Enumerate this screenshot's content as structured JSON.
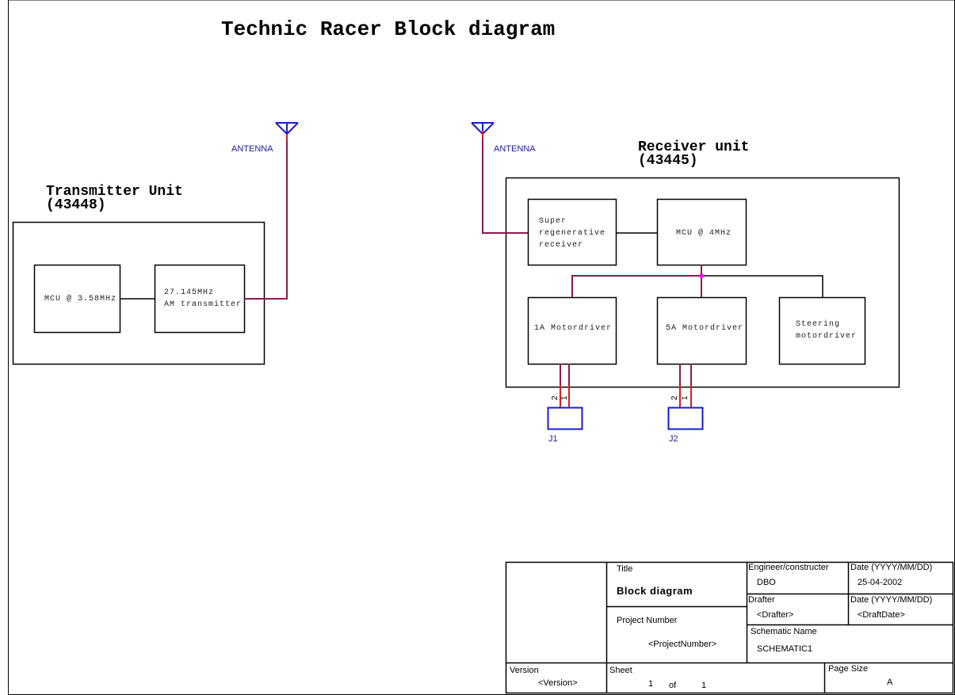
{
  "title": "Technic Racer Block diagram",
  "transmitter": {
    "heading": "Transmitter Unit\n(43448)",
    "mcu_label": "MCU @ 3.58MHz",
    "tx_label": "27.145MHz\nAM transmitter",
    "antenna_label": "ANTENNA"
  },
  "receiver": {
    "heading": "Receiver unit\n(43445)",
    "antenna_label": "ANTENNA",
    "rx_label": "Super\nregenerative\nreceiver",
    "mcu_label": "MCU @ 4MHz",
    "motor1_label": "1A Motordriver",
    "motor2_label": "5A Motordriver",
    "steering_label": "Steering\nmotordriver",
    "connectors": [
      {
        "ref": "J1",
        "pins": [
          "2",
          "1"
        ]
      },
      {
        "ref": "J2",
        "pins": [
          "2",
          "1"
        ]
      }
    ]
  },
  "title_block": {
    "title_label": "Title",
    "title_value": "Block diagram",
    "project_number_label": "Project Number",
    "project_number_value": "<ProjectNumber>",
    "engineer_label": "Engineer/constructer",
    "engineer_value": "DBO",
    "date_label": "Date (YYYY/MM/DD)",
    "date_value": "25-04-2002",
    "drafter_label": "Drafter",
    "drafter_value": "<Drafter>",
    "draft_date_label": "Date (YYYY/MM/DD)",
    "draft_date_value": "<DraftDate>",
    "schematic_name_label": "Schematic Name",
    "schematic_name_value": "SCHEMATIC1",
    "version_label": "Version",
    "version_value": "<Version>",
    "sheet_label": "Sheet",
    "sheet_number": "1",
    "sheet_of": "of",
    "sheet_total": "1",
    "page_size_label": "Page Size",
    "page_size_value": "A"
  },
  "colors": {
    "wire": "#8b1a4a",
    "pin_wire": "#cc2222",
    "symbol": "#1a1ad0",
    "junction": "#ff00ff",
    "outline": "#000000"
  }
}
